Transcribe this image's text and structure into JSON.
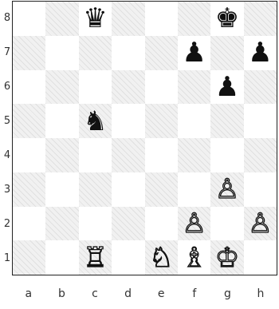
{
  "board": {
    "files": [
      "a",
      "b",
      "c",
      "d",
      "e",
      "f",
      "g",
      "h"
    ],
    "ranks": [
      "8",
      "7",
      "6",
      "5",
      "4",
      "3",
      "2",
      "1"
    ],
    "pieces": [
      {
        "square": "c8",
        "color": "black",
        "type": "queen",
        "glyph": "♛"
      },
      {
        "square": "g8",
        "color": "black",
        "type": "king",
        "glyph": "♚"
      },
      {
        "square": "f7",
        "color": "black",
        "type": "pawn",
        "glyph": "♟"
      },
      {
        "square": "h7",
        "color": "black",
        "type": "pawn",
        "glyph": "♟"
      },
      {
        "square": "g6",
        "color": "black",
        "type": "pawn",
        "glyph": "♟"
      },
      {
        "square": "c5",
        "color": "black",
        "type": "knight",
        "glyph": "♞"
      },
      {
        "square": "g3",
        "color": "white",
        "type": "pawn",
        "glyph": "♙"
      },
      {
        "square": "f2",
        "color": "white",
        "type": "pawn",
        "glyph": "♙"
      },
      {
        "square": "h2",
        "color": "white",
        "type": "pawn",
        "glyph": "♙"
      },
      {
        "square": "c1",
        "color": "white",
        "type": "rook",
        "glyph": "♖"
      },
      {
        "square": "e1",
        "color": "white",
        "type": "knight",
        "glyph": "♘"
      },
      {
        "square": "f1",
        "color": "white",
        "type": "bishop",
        "glyph": "♗"
      },
      {
        "square": "g1",
        "color": "white",
        "type": "king",
        "glyph": "♔"
      }
    ]
  }
}
